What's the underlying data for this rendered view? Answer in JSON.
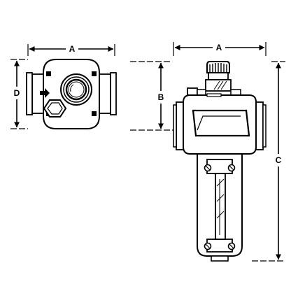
{
  "diagram": {
    "top_view": {
      "width_label": "A",
      "depth_label": "D"
    },
    "front_view": {
      "width_label": "A",
      "mid_height_label": "B",
      "total_height_label": "C"
    }
  },
  "colors": {
    "line": "#000000",
    "background": "#ffffff",
    "fill": "#ffffff"
  }
}
